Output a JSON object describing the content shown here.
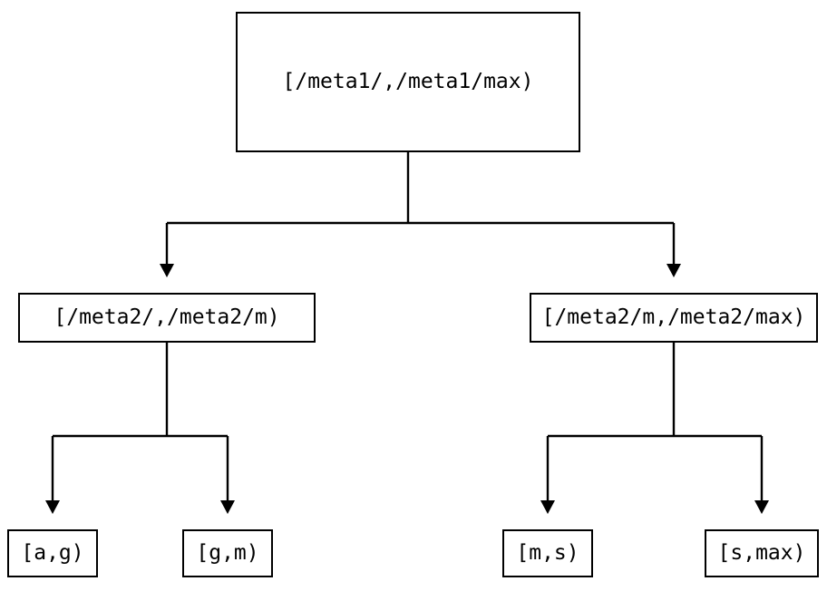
{
  "diagram": {
    "type": "tree",
    "colors": {
      "background": "#ffffff",
      "line": "#000000",
      "text": "#000000"
    },
    "nodes": {
      "root": {
        "label": "[/meta1/,/meta1/max)"
      },
      "level1_left": {
        "label": "[/meta2/,/meta2/m)"
      },
      "level1_right": {
        "label": "[/meta2/m,/meta2/max)"
      },
      "leaf_ag": {
        "label": "[a,g)"
      },
      "leaf_gm": {
        "label": "[g,m)"
      },
      "leaf_ms": {
        "label": "[m,s)"
      },
      "leaf_smax": {
        "label": "[s,max)"
      }
    },
    "edges": [
      {
        "from": "root",
        "to": "level1_left"
      },
      {
        "from": "root",
        "to": "level1_right"
      },
      {
        "from": "level1_left",
        "to": "leaf_ag"
      },
      {
        "from": "level1_left",
        "to": "leaf_gm"
      },
      {
        "from": "level1_right",
        "to": "leaf_ms"
      },
      {
        "from": "level1_right",
        "to": "leaf_smax"
      }
    ]
  }
}
